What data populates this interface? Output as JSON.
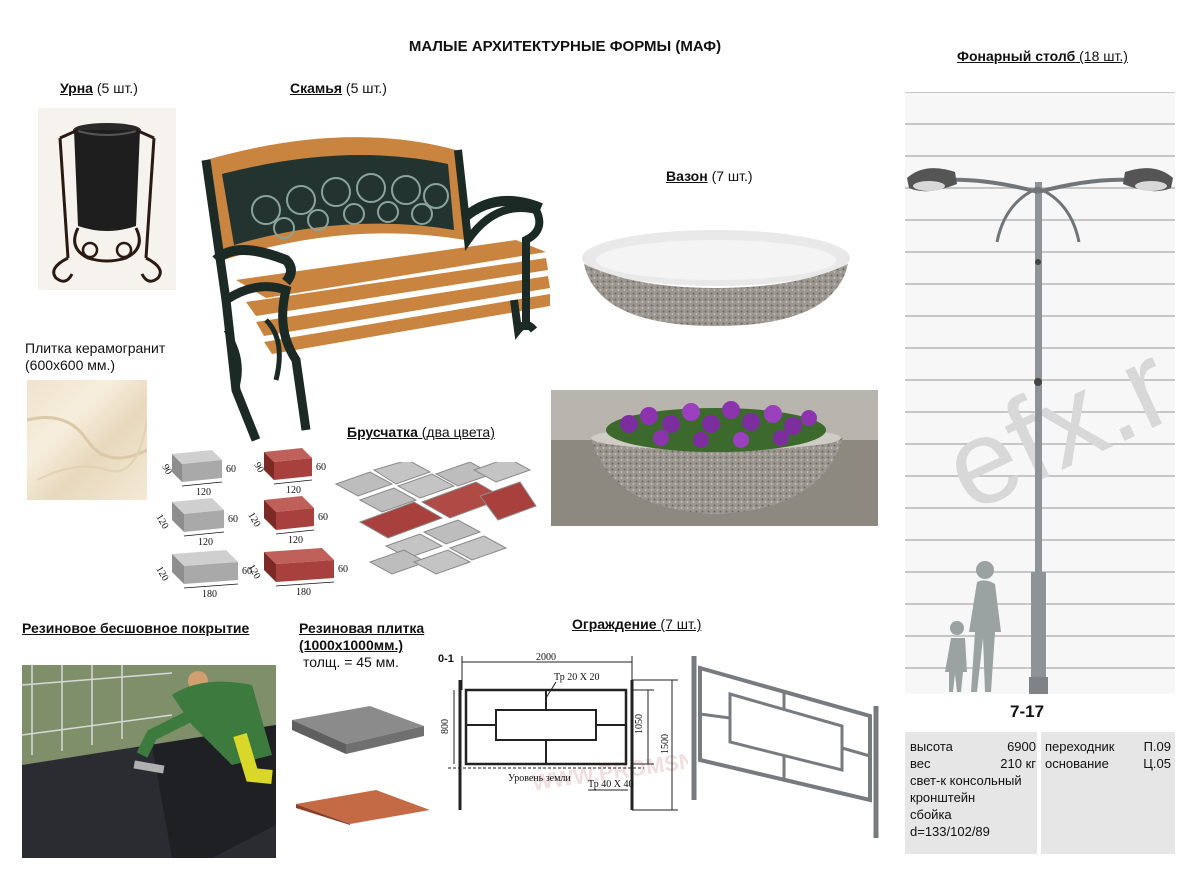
{
  "title": "МАЛЫЕ АРХИТЕКТУРНЫЕ ФОРМЫ (МАФ)",
  "captions": {
    "urn_name": "Урна",
    "urn_qty": " (5 шт.)",
    "bench_name": "Скамья",
    "bench_qty": " (5 шт.)",
    "vase_name": "Вазон",
    "vase_qty": " (7 шт.)",
    "lamp_name": "Фонарный столб",
    "lamp_qty": " (18 шт.)",
    "tile_line1": "Плитка керамогранит",
    "tile_line2": "(600x600 мм.)",
    "paving_name": "Брусчатка",
    "paving_qty": " (два цвета)",
    "rubber_coating": "Резиновое бесшовное покрытие",
    "rubber_tile_line1": "Резиновая плитка",
    "rubber_tile_line2": "(1000x1000мм.)",
    "rubber_tile_line3": "толщ. = 45 мм.",
    "fence_name": "Ограждение",
    "fence_qty": " (7 шт.)"
  },
  "paving_dims": {
    "a_w": "120",
    "a_d": "90",
    "a_h": "60",
    "b_w": "120",
    "b_d": "120",
    "b_h": "60",
    "c_w": "180",
    "c_d": "120",
    "c_h": "60"
  },
  "fence_drawing": {
    "section": "0-1",
    "width": "2000",
    "pipe_top": "Тр 20 Х 20",
    "pipe_bottom": "Тр 40 Х 40",
    "ground": "Уровень земли",
    "h1": "800",
    "h2": "1050",
    "h3": "1500",
    "watermark": "WWW.PROMSNABR.RU"
  },
  "lamp": {
    "model": "7-17",
    "watermark": "efx.r",
    "spec_left": [
      {
        "k": "высота",
        "v": "6900"
      },
      {
        "k": "вес",
        "v": "210 кг"
      },
      {
        "k": "свет-к консольный",
        "v": ""
      },
      {
        "k": "кронштейн",
        "v": ""
      },
      {
        "k": "сбойка",
        "v": ""
      },
      {
        "k": "d=133/102/89",
        "v": ""
      }
    ],
    "spec_right": [
      {
        "k": "переходник",
        "v": "П.09"
      },
      {
        "k": "основание",
        "v": "Ц.05"
      }
    ]
  },
  "colors": {
    "wood": "#c9843f",
    "iron": "#1c2a26",
    "red_brick": "#a8413d",
    "grey_brick": "#b4b4b4",
    "petunia": "#7d2e9e",
    "granite": "#9c9690"
  }
}
